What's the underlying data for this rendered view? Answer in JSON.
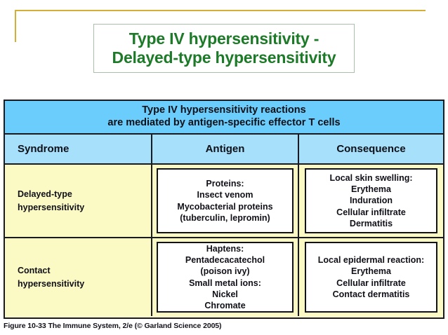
{
  "slide": {
    "title_lines": [
      "Type IV hypersensitivity -",
      "Delayed-type hypersensitivity"
    ],
    "title_color": "#1d7a28",
    "accent_bracket_color": "#d4af37",
    "caption": "Figure 10-33  The Immune System, 2/e (© Garland Science 2005)"
  },
  "table": {
    "banner_lines": [
      "Type IV hypersensitivity reactions",
      "are mediated by antigen-specific effector T cells"
    ],
    "banner_bg": "#6acdfb",
    "header_bg": "#a6e0fb",
    "body_bg": "#fbf9c4",
    "columns": [
      {
        "label": "Syndrome"
      },
      {
        "label": "Antigen"
      },
      {
        "label": "Consequence"
      }
    ],
    "rows": [
      {
        "syndrome_lines": [
          "Delayed-type",
          "hypersensitivity"
        ],
        "antigen_lines": [
          "Proteins:",
          "Insect venom",
          "Mycobacterial proteins",
          "(tuberculin, lepromin)"
        ],
        "consequence_lines": [
          "Local skin swelling:",
          "Erythema",
          "Induration",
          "Cellular infiltrate",
          "Dermatitis"
        ]
      },
      {
        "syndrome_lines": [
          "Contact",
          "hypersensitivity"
        ],
        "antigen_lines": [
          "Haptens:",
          "Pentadecacatechol",
          "(poison ivy)",
          "Small metal ions:",
          "Nickel",
          "Chromate"
        ],
        "consequence_lines": [
          "Local epidermal reaction:",
          "Erythema",
          "Cellular infiltrate",
          "Contact dermatitis"
        ]
      }
    ]
  }
}
